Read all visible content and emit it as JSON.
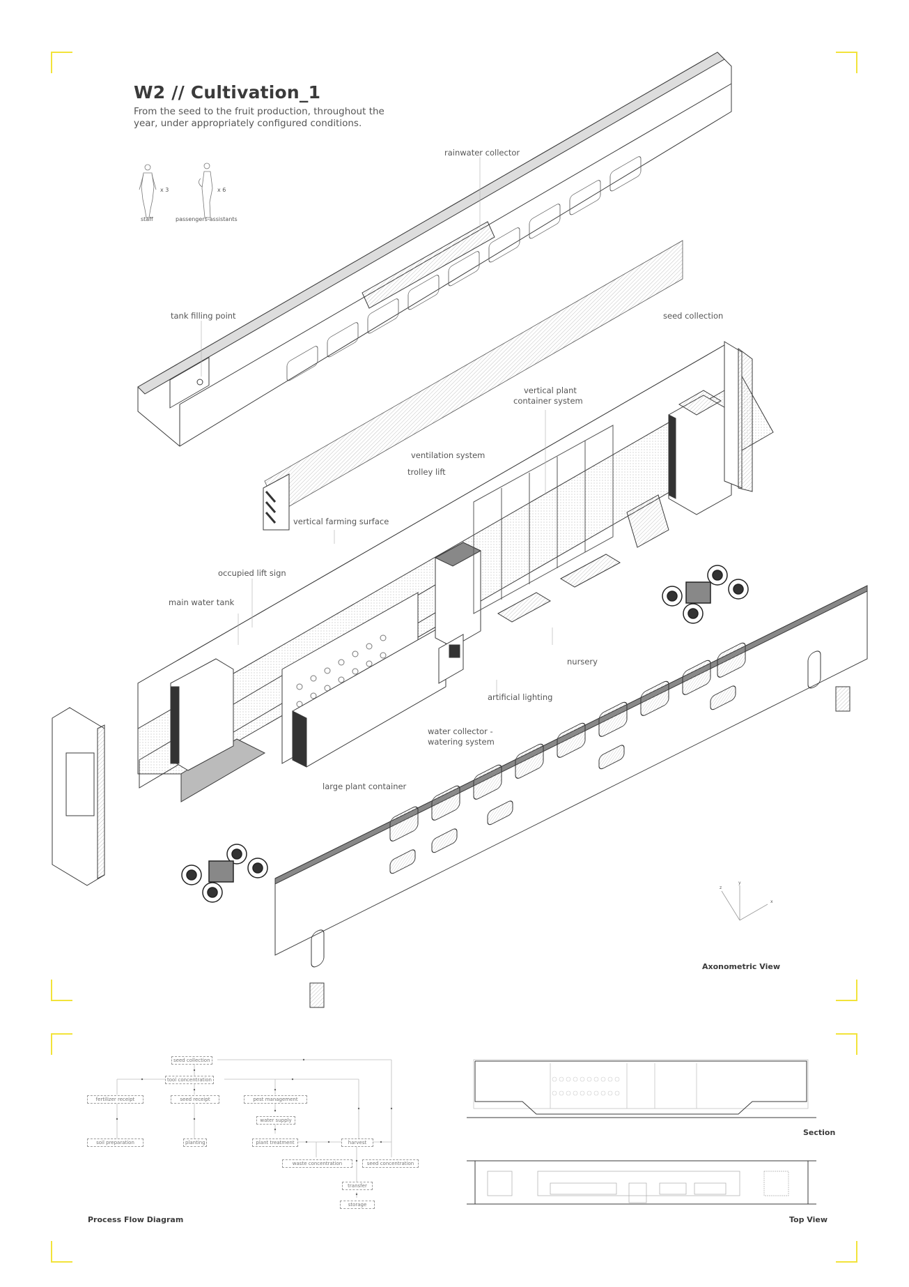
{
  "header": {
    "title": "W2 // Cultivation_1",
    "subtitle": "From the seed to the fruit production, throughout the year, under appropriately configured conditions."
  },
  "occupants": [
    {
      "label": "staff",
      "count": "x 3"
    },
    {
      "label": "passengers-assistants",
      "count": "x 6"
    }
  ],
  "axonometric": {
    "title": "Axonometric View",
    "labels": {
      "rainwater_collector": "rainwater collector",
      "tank_filling_point": "tank filling point",
      "seed_collection": "seed collection",
      "vertical_plant_container_system_1": "vertical plant",
      "vertical_plant_container_system_2": "container system",
      "ventilation_system": "ventilation system",
      "trolley_lift": "trolley lift",
      "vertical_farming_surface": "vertical farming surface",
      "occupied_lift_sign": "occupied lift sign",
      "main_water_tank": "main water tank",
      "nursery": "nursery",
      "artificial_lighting": "artificial lighting",
      "water_collector_1": "water collector -",
      "water_collector_2": "watering system",
      "large_plant_container": "large plant container"
    },
    "axes": {
      "x": "x",
      "y": "y",
      "z": "z"
    }
  },
  "process_flow": {
    "title": "Process Flow Diagram",
    "nodes": {
      "seed_collection": "seed collection",
      "tool_concentration": "tool concentration",
      "fertilizer_receipt": "fertilizer receipt",
      "seed_receipt": "seed receipt",
      "pest_management": "pest management",
      "water_supply": "water supply",
      "soil_preparation": "soil preparation",
      "planting": "planting",
      "plant_treatment": "plant treatment",
      "harvest": "harvest",
      "waste_concentration": "waste concentration",
      "seed_concentration": "seed concentration",
      "transfer": "transfer",
      "storage": "storage"
    }
  },
  "section": {
    "title": "Section"
  },
  "top_view": {
    "title": "Top View"
  },
  "colors": {
    "corner_marks": "#f2e33a",
    "line": "#3a3a3a",
    "light_line": "#bdbdbd",
    "hatch": "#8a8a8a"
  }
}
